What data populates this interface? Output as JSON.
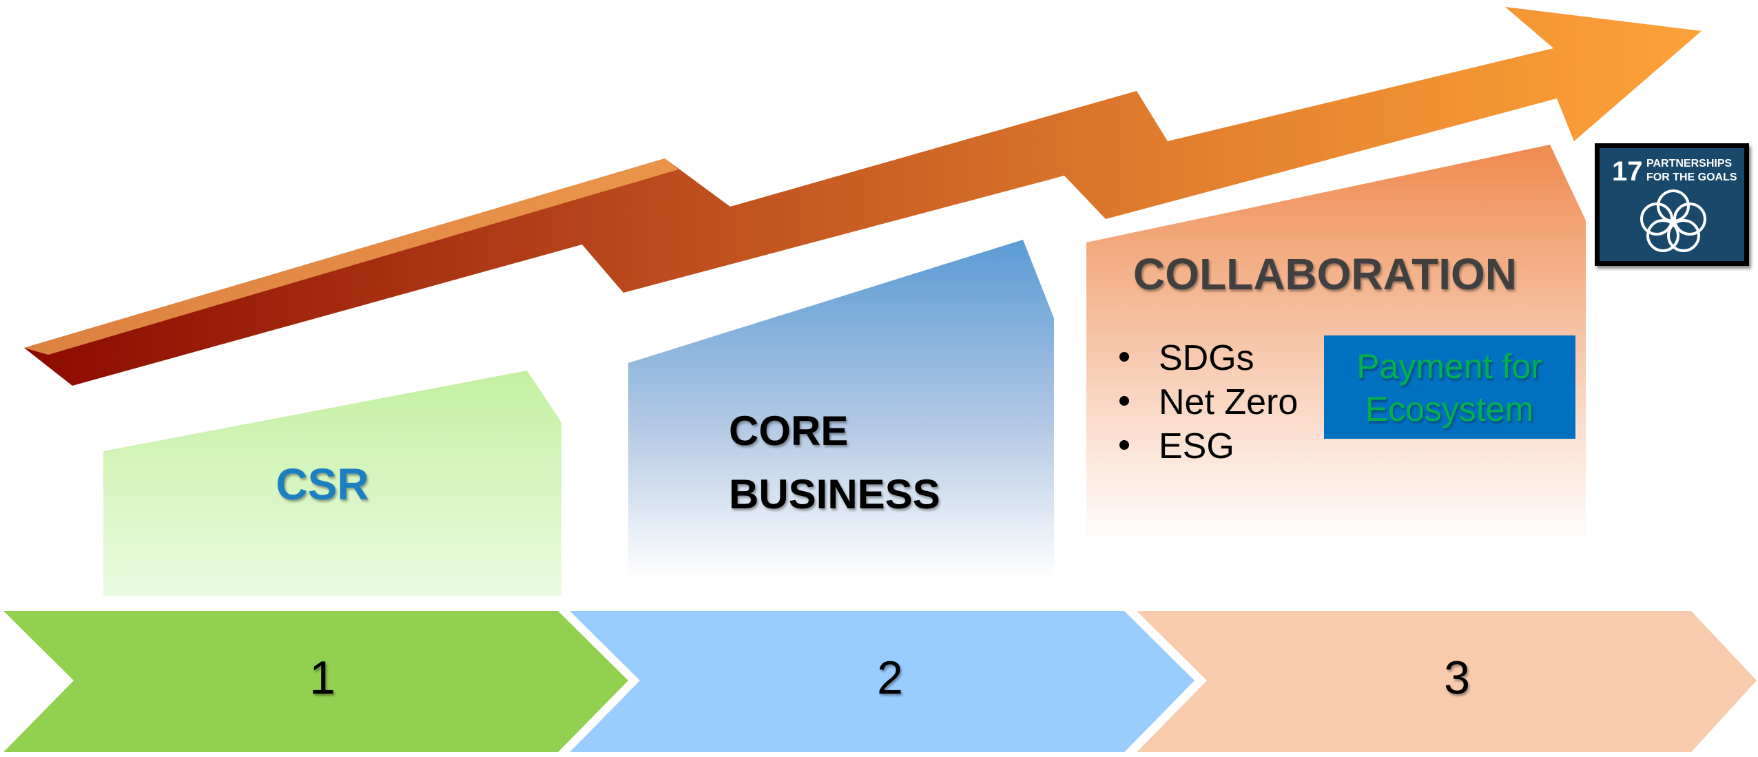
{
  "stages": [
    {
      "number": "1",
      "title": "CSR"
    },
    {
      "number": "2",
      "title_lines": [
        "CORE",
        "BUSINESS"
      ]
    },
    {
      "number": "3",
      "title": "COLLABORATION",
      "bullets": [
        "SDGs",
        "Net Zero",
        "ESG"
      ]
    }
  ],
  "callout": {
    "line1": "Payment for",
    "line2": "Ecosystem"
  },
  "sdg_badge": {
    "number": "17",
    "line1": "PARTNERSHIPS",
    "line2": "FOR THE GOALS",
    "icon": "five-rings-flower-icon"
  },
  "colors": {
    "stage1_chevron": "#92d050",
    "stage2_chevron": "#99ccff",
    "stage3_chevron": "#f8cbad",
    "csr_text": "#1f7fbf",
    "callout_bg": "#0070c0",
    "callout_text": "#00b050",
    "badge_bg": "#19486a",
    "arrow_start": "#8b0a00",
    "arrow_end": "#ffa238"
  }
}
